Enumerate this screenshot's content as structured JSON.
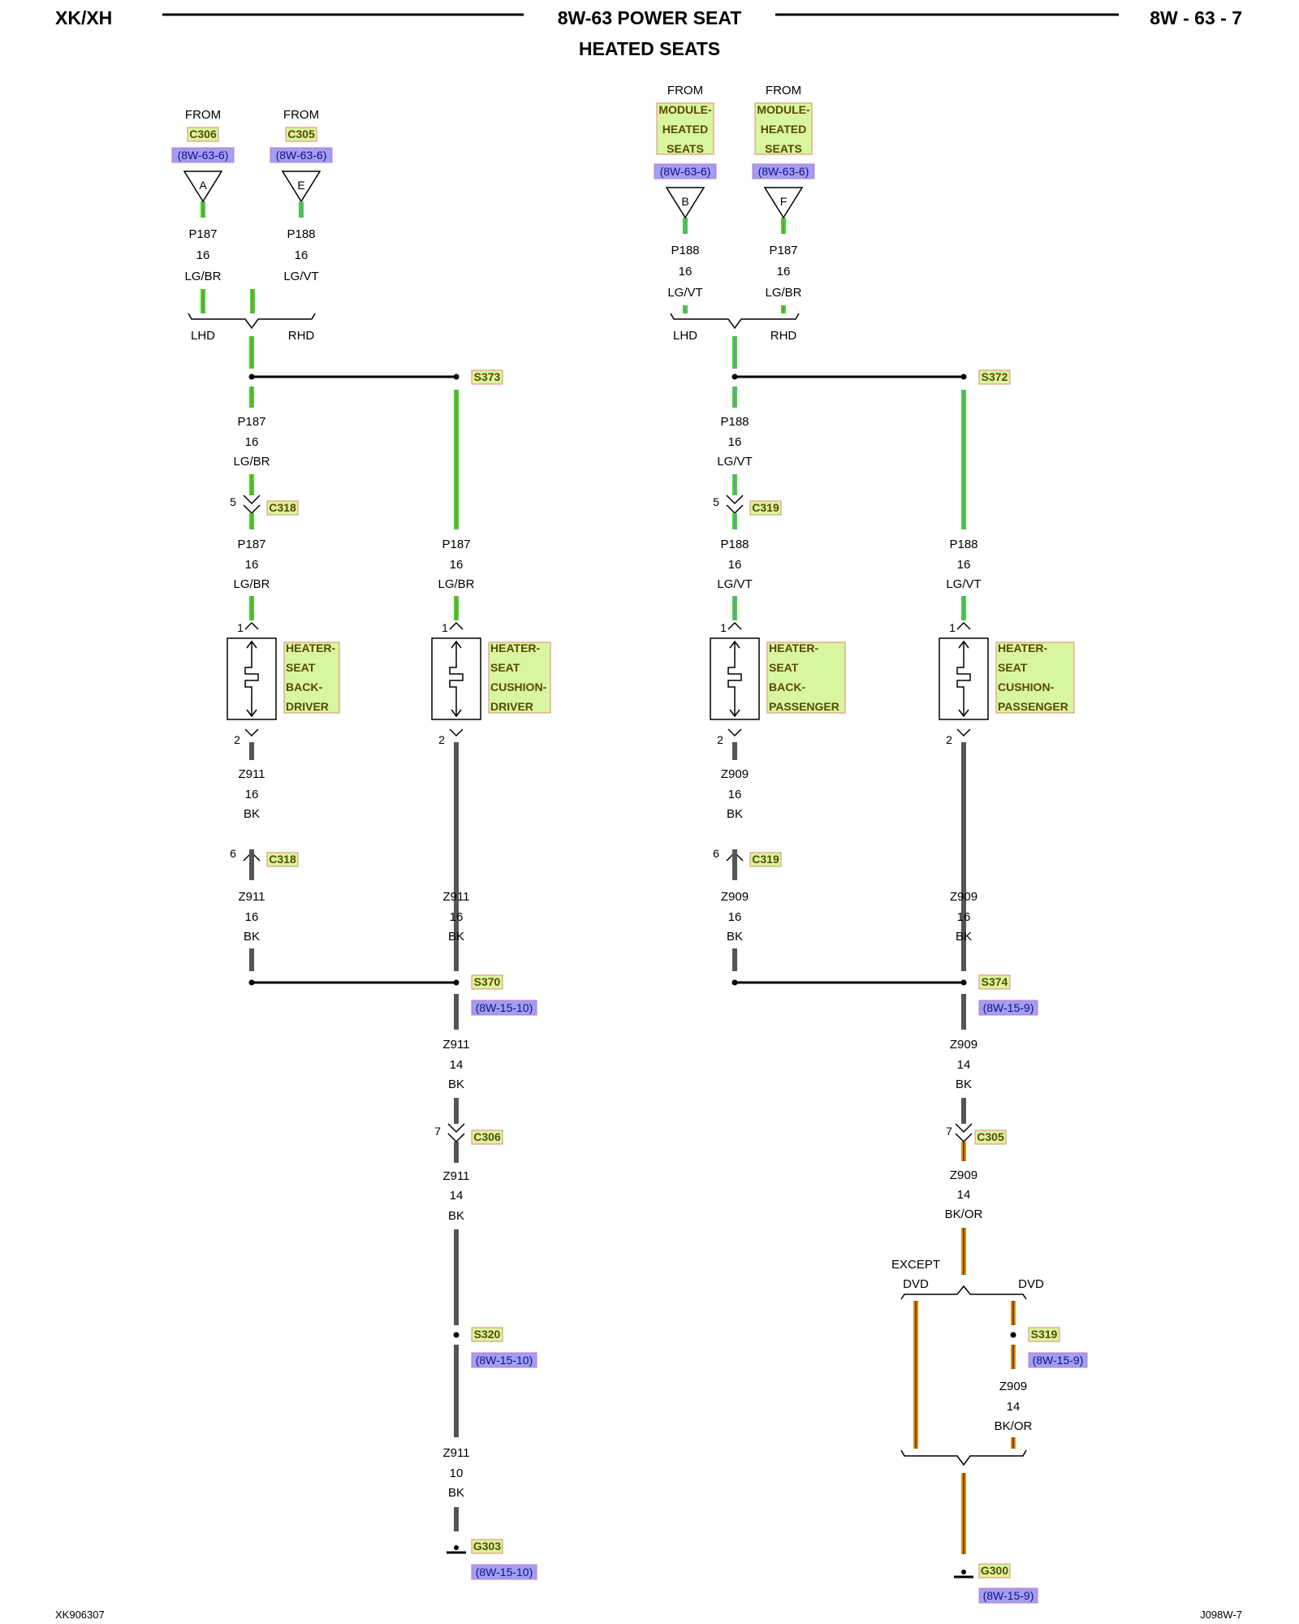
{
  "header": {
    "left": "XK/XH",
    "center": "8W-63 POWER SEAT",
    "right": "8W - 63 - 7",
    "subtitle": "HEATED SEATS"
  },
  "footer": {
    "left": "XK906307",
    "right": "J098W-7"
  },
  "colors": {
    "lg": "#33dd33",
    "br": "#b07030",
    "vt": "#a070c0",
    "bk": "#555555",
    "or": "#ee8800",
    "highlight": "#d8f5a0",
    "link": "#9fa0f0"
  },
  "sources": {
    "from": "FROM",
    "a": {
      "conn": "C306",
      "ref": "(8W-63-6)",
      "pin": "A"
    },
    "e": {
      "conn": "C305",
      "ref": "(8W-63-6)",
      "pin": "E"
    },
    "b": {
      "mod": [
        "MODULE-",
        "HEATED",
        "SEATS"
      ],
      "ref": "(8W-63-6)",
      "pin": "B"
    },
    "f": {
      "mod": [
        "MODULE-",
        "HEATED",
        "SEATS"
      ],
      "ref": "(8W-63-6)",
      "pin": "F"
    }
  },
  "wires": {
    "p187_16_lgbr": [
      "P187",
      "16",
      "LG/BR"
    ],
    "p188_16_lgvt": [
      "P188",
      "16",
      "LG/VT"
    ],
    "z911_16_bk": [
      "Z911",
      "16",
      "BK"
    ],
    "z911_14_bk": [
      "Z911",
      "14",
      "BK"
    ],
    "z911_10_bk": [
      "Z911",
      "10",
      "BK"
    ],
    "z909_16_bk": [
      "Z909",
      "16",
      "BK"
    ],
    "z909_14_bk": [
      "Z909",
      "14",
      "BK"
    ],
    "z909_14_bkor": [
      "Z909",
      "14",
      "BK/OR"
    ]
  },
  "options": {
    "lhd": "LHD",
    "rhd": "RHD",
    "except": "EXCEPT",
    "dvd": "DVD"
  },
  "splices": {
    "s373": "S373",
    "s372": "S372",
    "s370": "S370",
    "s370_ref": "(8W-15-10)",
    "s374": "S374",
    "s374_ref": "(8W-15-9)",
    "s320": "S320",
    "s320_ref": "(8W-15-10)",
    "s319": "S319",
    "s319_ref": "(8W-15-9)"
  },
  "connectors": {
    "c318": "C318",
    "c319": "C319",
    "c306": "C306",
    "c305": "C305"
  },
  "pins": {
    "p1": "1",
    "p2": "2",
    "p5": "5",
    "p6": "6",
    "p7": "7"
  },
  "heaters": {
    "back_driver": [
      "HEATER-",
      "SEAT",
      "BACK-",
      "DRIVER"
    ],
    "cushion_driver": [
      "HEATER-",
      "SEAT",
      "CUSHION-",
      "DRIVER"
    ],
    "back_passenger": [
      "HEATER-",
      "SEAT",
      "BACK-",
      "PASSENGER"
    ],
    "cushion_passenger": [
      "HEATER-",
      "SEAT",
      "CUSHION-",
      "PASSENGER"
    ]
  },
  "grounds": {
    "g303": "G303",
    "g303_ref": "(8W-15-10)",
    "g300": "G300",
    "g300_ref": "(8W-15-9)"
  }
}
